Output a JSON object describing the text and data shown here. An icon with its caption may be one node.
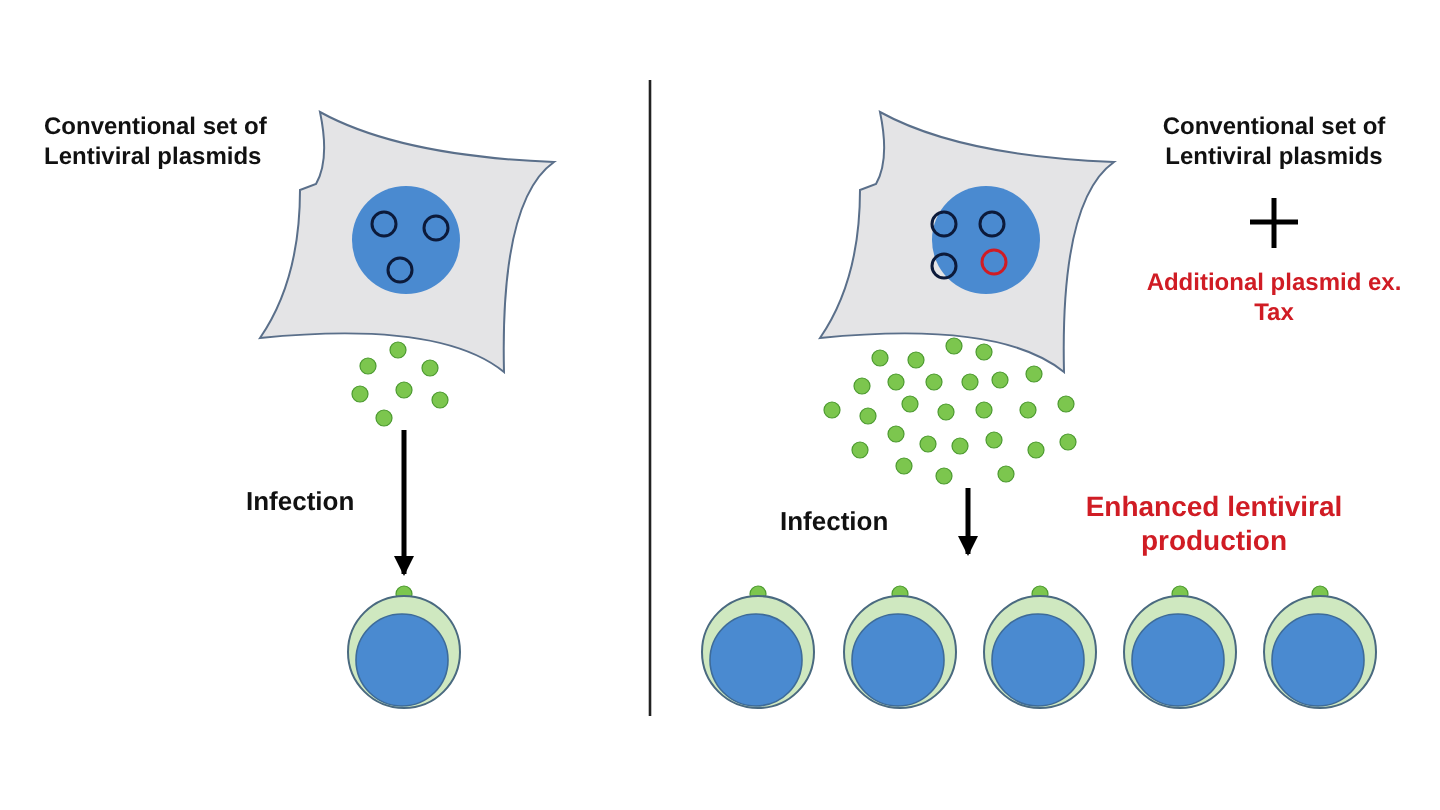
{
  "diagram": {
    "nodes": [
      {
        "text": [],
        "shape": "picture"
      },
      {
        "text": [],
        "shape": "circle"
      },
      {
        "text": [],
        "shape": "picture"
      },
      {
        "text": [],
        "shape": "circle"
      },
      {
        "text": [],
        "shape": "circle"
      },
      {
        "text": [],
        "shape": "circle"
      },
      {
        "text": [],
        "shape": "circle"
      },
      {
        "text": [],
        "shape": "circle"
      }
    ],
    "edges": [
      {
        "from": 0,
        "to": 1,
        "arrow": "to",
        "label": "Infection"
      },
      {
        "from": 2,
        "to": null,
        "arrow": "to",
        "label": "Infection"
      }
    ],
    "labels": [
      "Conventional set of Lentiviral plasmids",
      "Conventional set of Lentiviral plasmids",
      "Additional plasmid ex. Tax",
      "Enhanced lentiviral production"
    ]
  }
}
